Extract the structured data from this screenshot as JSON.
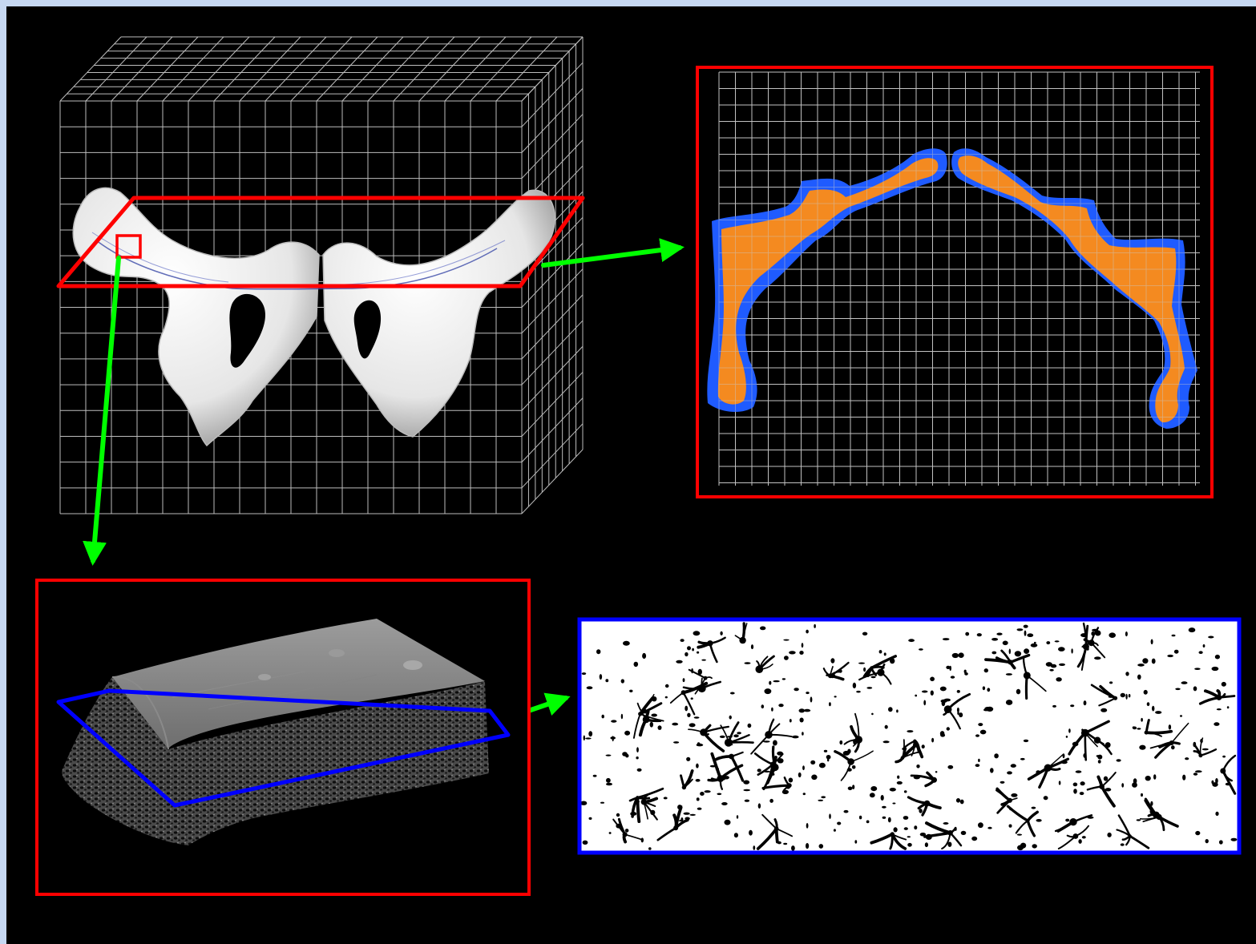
{
  "colors": {
    "page_frame": "#c6d8f2",
    "background": "#000000",
    "grid": "#bdbdbd",
    "bone": "#e8e8e8",
    "bone_shadow": "#a9a9a9",
    "slice_plane": "#ff0000",
    "arrow": "#00ff00",
    "cortical": "#1f5bff",
    "trabecular": "#f48a20",
    "sub_slice": "#0000ff",
    "binary_white": "#ffffff",
    "binary_black": "#000000"
  },
  "panels": {
    "volume": {
      "icon": "3d-voxel-grid-with-pelvis-bone"
    },
    "axial_slice": {
      "icon": "segmented-slice-cortical-blue-trabecular-orange"
    },
    "bone_core": {
      "icon": "rendered-trabecular-bone-sample"
    },
    "binary_slice": {
      "icon": "binarized-trabecular-microstructure"
    }
  },
  "arrows": [
    {
      "from": "volume",
      "to": "axial_slice"
    },
    {
      "from": "volume",
      "to": "bone_core"
    },
    {
      "from": "bone_core",
      "to": "binary_slice"
    }
  ]
}
